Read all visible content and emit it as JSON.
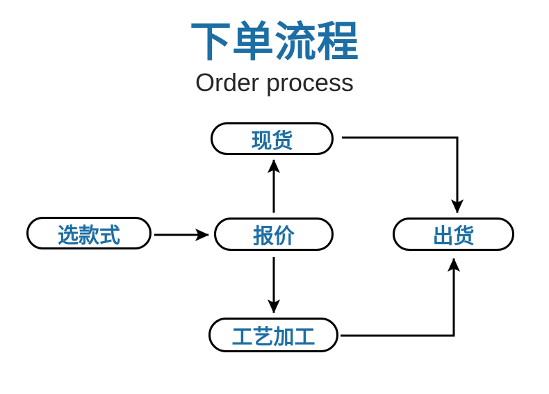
{
  "page": {
    "background_color": "#ffffff"
  },
  "header": {
    "title": "下单流程",
    "subtitle": "Order process",
    "title_color": "#1c6ea4",
    "subtitle_color": "#262626"
  },
  "diagram": {
    "type": "flowchart",
    "node_border_color": "#000000",
    "node_text_color": "#1c6ea4",
    "connector_color": "#000000",
    "nodes": [
      {
        "id": "in-stock",
        "label": "现货"
      },
      {
        "id": "choose-style",
        "label": "选款式"
      },
      {
        "id": "quotation",
        "label": "报价"
      },
      {
        "id": "ship-out",
        "label": "出货"
      },
      {
        "id": "craft-processing",
        "label": "工艺加工"
      }
    ],
    "edges": [
      {
        "from": "choose-style",
        "to": "quotation"
      },
      {
        "from": "quotation",
        "to": "in-stock"
      },
      {
        "from": "quotation",
        "to": "craft-processing"
      },
      {
        "from": "in-stock",
        "to": "ship-out"
      },
      {
        "from": "craft-processing",
        "to": "ship-out"
      }
    ]
  }
}
